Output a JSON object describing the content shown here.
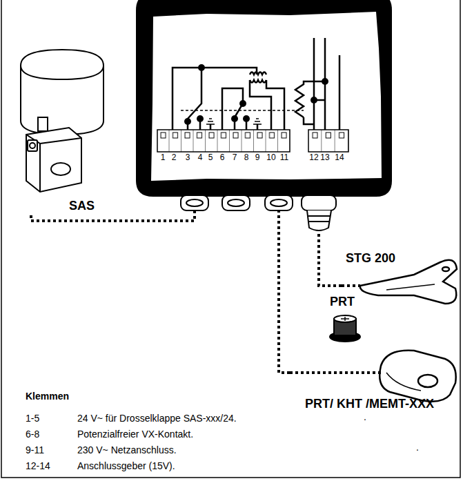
{
  "diagram": {
    "nodes": [
      {
        "text": [
          "1",
          "2",
          "3",
          "4",
          "5",
          "6",
          "7",
          "8",
          "9",
          "10",
          "11",
          "12",
          "13",
          "14"
        ]
      },
      {
        "text": [
          "SAS"
        ]
      },
      {
        "text": [
          "STG 200"
        ]
      },
      {
        "text": [
          "PRT"
        ]
      },
      {
        "text": [
          "PRT/ KHT /MEMT-XXX"
        ]
      }
    ],
    "edges": [
      {
        "from": 1,
        "to": 0,
        "arrow": "none"
      },
      {
        "from": 2,
        "to": 0,
        "arrow": "none"
      },
      {
        "from": 4,
        "to": 0,
        "arrow": "none"
      }
    ],
    "labels": [
      "Klemmen",
      "1-5",
      "24 V~ für Drosselklappe SAS-xxx/24.",
      "6-8",
      "Potenzialfreier VX-Kontakt.",
      "9-11",
      "230 V~ Netzanschluss.",
      "12-14",
      "Anschlussgeber (15V).",
      ".",
      "."
    ]
  }
}
